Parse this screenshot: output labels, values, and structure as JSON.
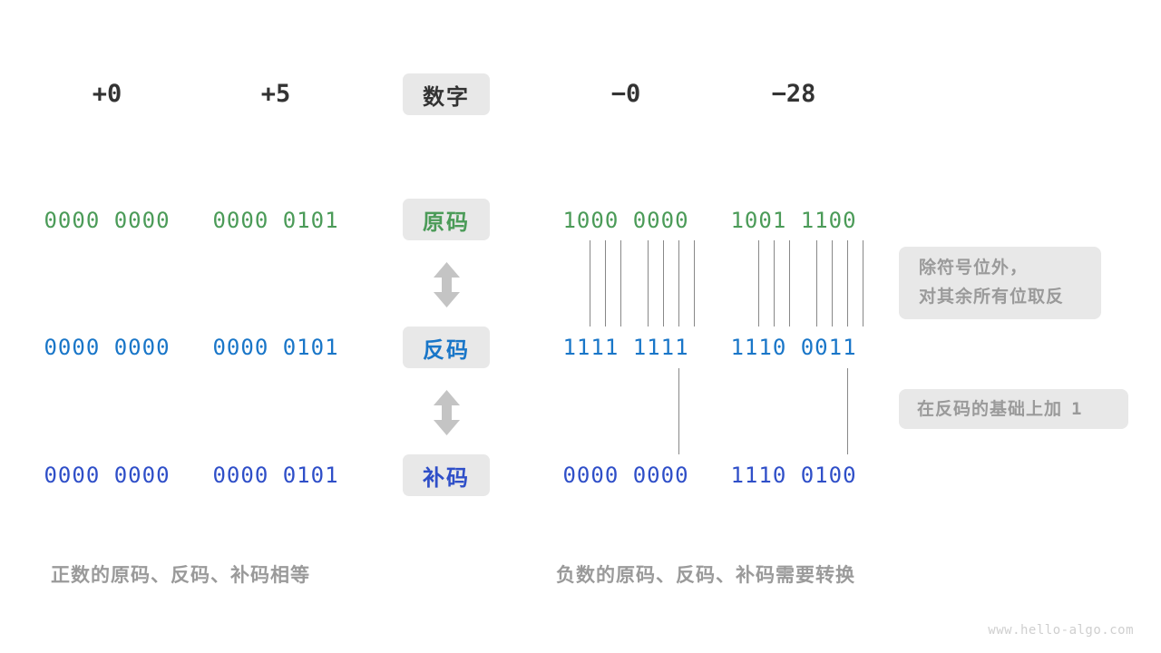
{
  "page": {
    "background": "#ffffff",
    "watermark": "www.hello-algo.com"
  },
  "colors": {
    "text_dark": "#333333",
    "chip_bg": "#e8e8e8",
    "green": "#4b9b58",
    "blue": "#1976c8",
    "indigo": "#2f4fc8",
    "gray_text": "#9a9a9a",
    "line": "#888888",
    "arrow": "#c4c4c4"
  },
  "header": {
    "label": "数字",
    "columns": [
      {
        "name": "plus-zero",
        "value": "+0"
      },
      {
        "name": "plus-five",
        "value": "+5"
      },
      {
        "name": "minus-zero",
        "value": "−0"
      },
      {
        "name": "minus-28",
        "value": "−28"
      }
    ]
  },
  "rows": [
    {
      "key": "yuanma",
      "label": "原码",
      "color_key": "green",
      "cells": {
        "plus_zero": "0000 0000",
        "plus_five": "0000 0101",
        "minus_zero": "1000 0000",
        "minus_28": "1001 1100"
      }
    },
    {
      "key": "fanma",
      "label": "反码",
      "color_key": "blue",
      "cells": {
        "plus_zero": "0000 0000",
        "plus_five": "0000 0101",
        "minus_zero": "1111 1111",
        "minus_28": "1110 0011"
      }
    },
    {
      "key": "buma",
      "label": "补码",
      "color_key": "indigo",
      "cells": {
        "plus_zero": "0000 0000",
        "plus_five": "0000 0101",
        "minus_zero": "0000 0000",
        "minus_28": "1110 0100"
      }
    }
  ],
  "notes": {
    "invert": {
      "line1": "除符号位外，",
      "line2": "对其余所有位取反"
    },
    "add_one": {
      "text": "在反码的基础上加",
      "value": "1"
    }
  },
  "captions": {
    "positive": "正数的原码、反码、补码相等",
    "negative": "负数的原码、反码、补码需要转换"
  },
  "icons": {
    "arrow_yuan_to_fan": "double-arrow-vertical",
    "arrow_fan_to_bu": "double-arrow-vertical"
  }
}
